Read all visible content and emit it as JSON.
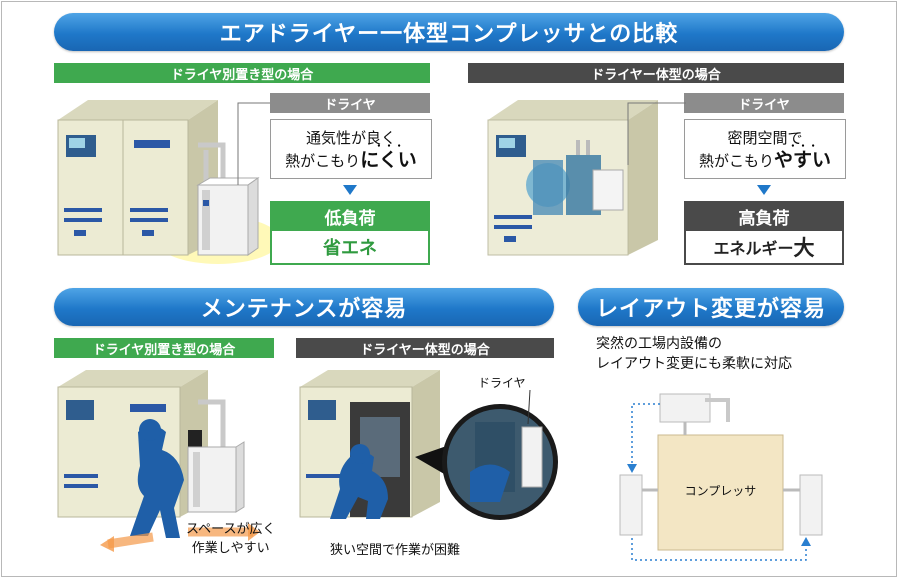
{
  "comparison": {
    "banner": "エアドライヤー一体型コンプレッサとの比較",
    "separate": {
      "tag": "ドライヤ別置き型の場合",
      "dryer_label": "ドライヤ",
      "line1": "通気性が良く",
      "line2_a": "熱がこもり",
      "line2_b": "にくい",
      "result_head": "低負荷",
      "result_body": "省エネ"
    },
    "integrated": {
      "tag": "ドライヤー体型の場合",
      "dryer_label": "ドライヤ",
      "line1": "密閉空間で",
      "line2_a": "熱がこもり",
      "line2_b": "やすい",
      "result_head": "高負荷",
      "result_body_a": "エネルギー",
      "result_body_b": "大"
    }
  },
  "maintenance": {
    "banner": "メンテナンスが容易",
    "separate_tag": "ドライヤ別置き型の場合",
    "separate_caption_1": "スペースが広く",
    "separate_caption_2": "作業しやすい",
    "integrated_tag": "ドライヤー体型の場合",
    "integrated_caption": "狭い空間で作業が困難",
    "dryer_label": "ドライヤ"
  },
  "layout_change": {
    "banner": "レイアウト変更が容易",
    "desc_1": "突然の工場内設備の",
    "desc_2": "レイアウト変更にも柔軟に対応",
    "compressor_label": "コンプレッサ"
  },
  "colors": {
    "banner_blue": "#1f78c9",
    "tag_green": "#3fa94f",
    "tag_dark": "#4a4a4a",
    "cabinet_beige": "#ecebd3",
    "low_load_green": "#3fa94f",
    "high_load_dark": "#4a4a4a",
    "dotted_arrow": "#2a7fd0"
  }
}
